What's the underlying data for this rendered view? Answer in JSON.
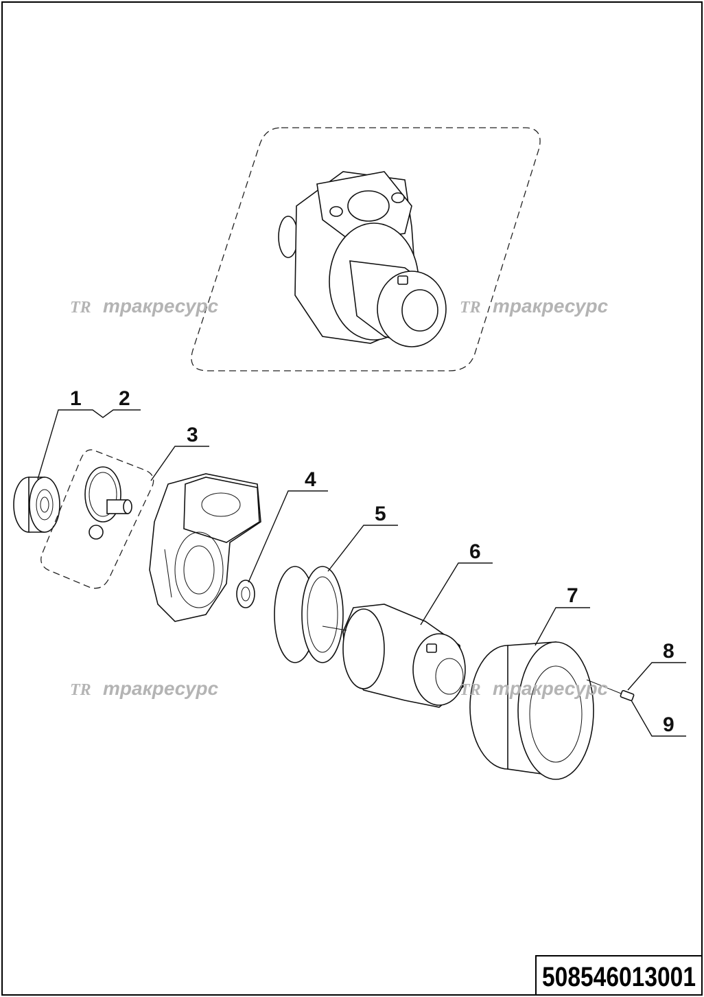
{
  "drawing": {
    "document_number": "508546013001",
    "watermark_text": "тракресурс",
    "watermark_logo": "TR",
    "callouts": [
      "1",
      "2",
      "3",
      "4",
      "5",
      "6",
      "7",
      "8",
      "9"
    ]
  }
}
